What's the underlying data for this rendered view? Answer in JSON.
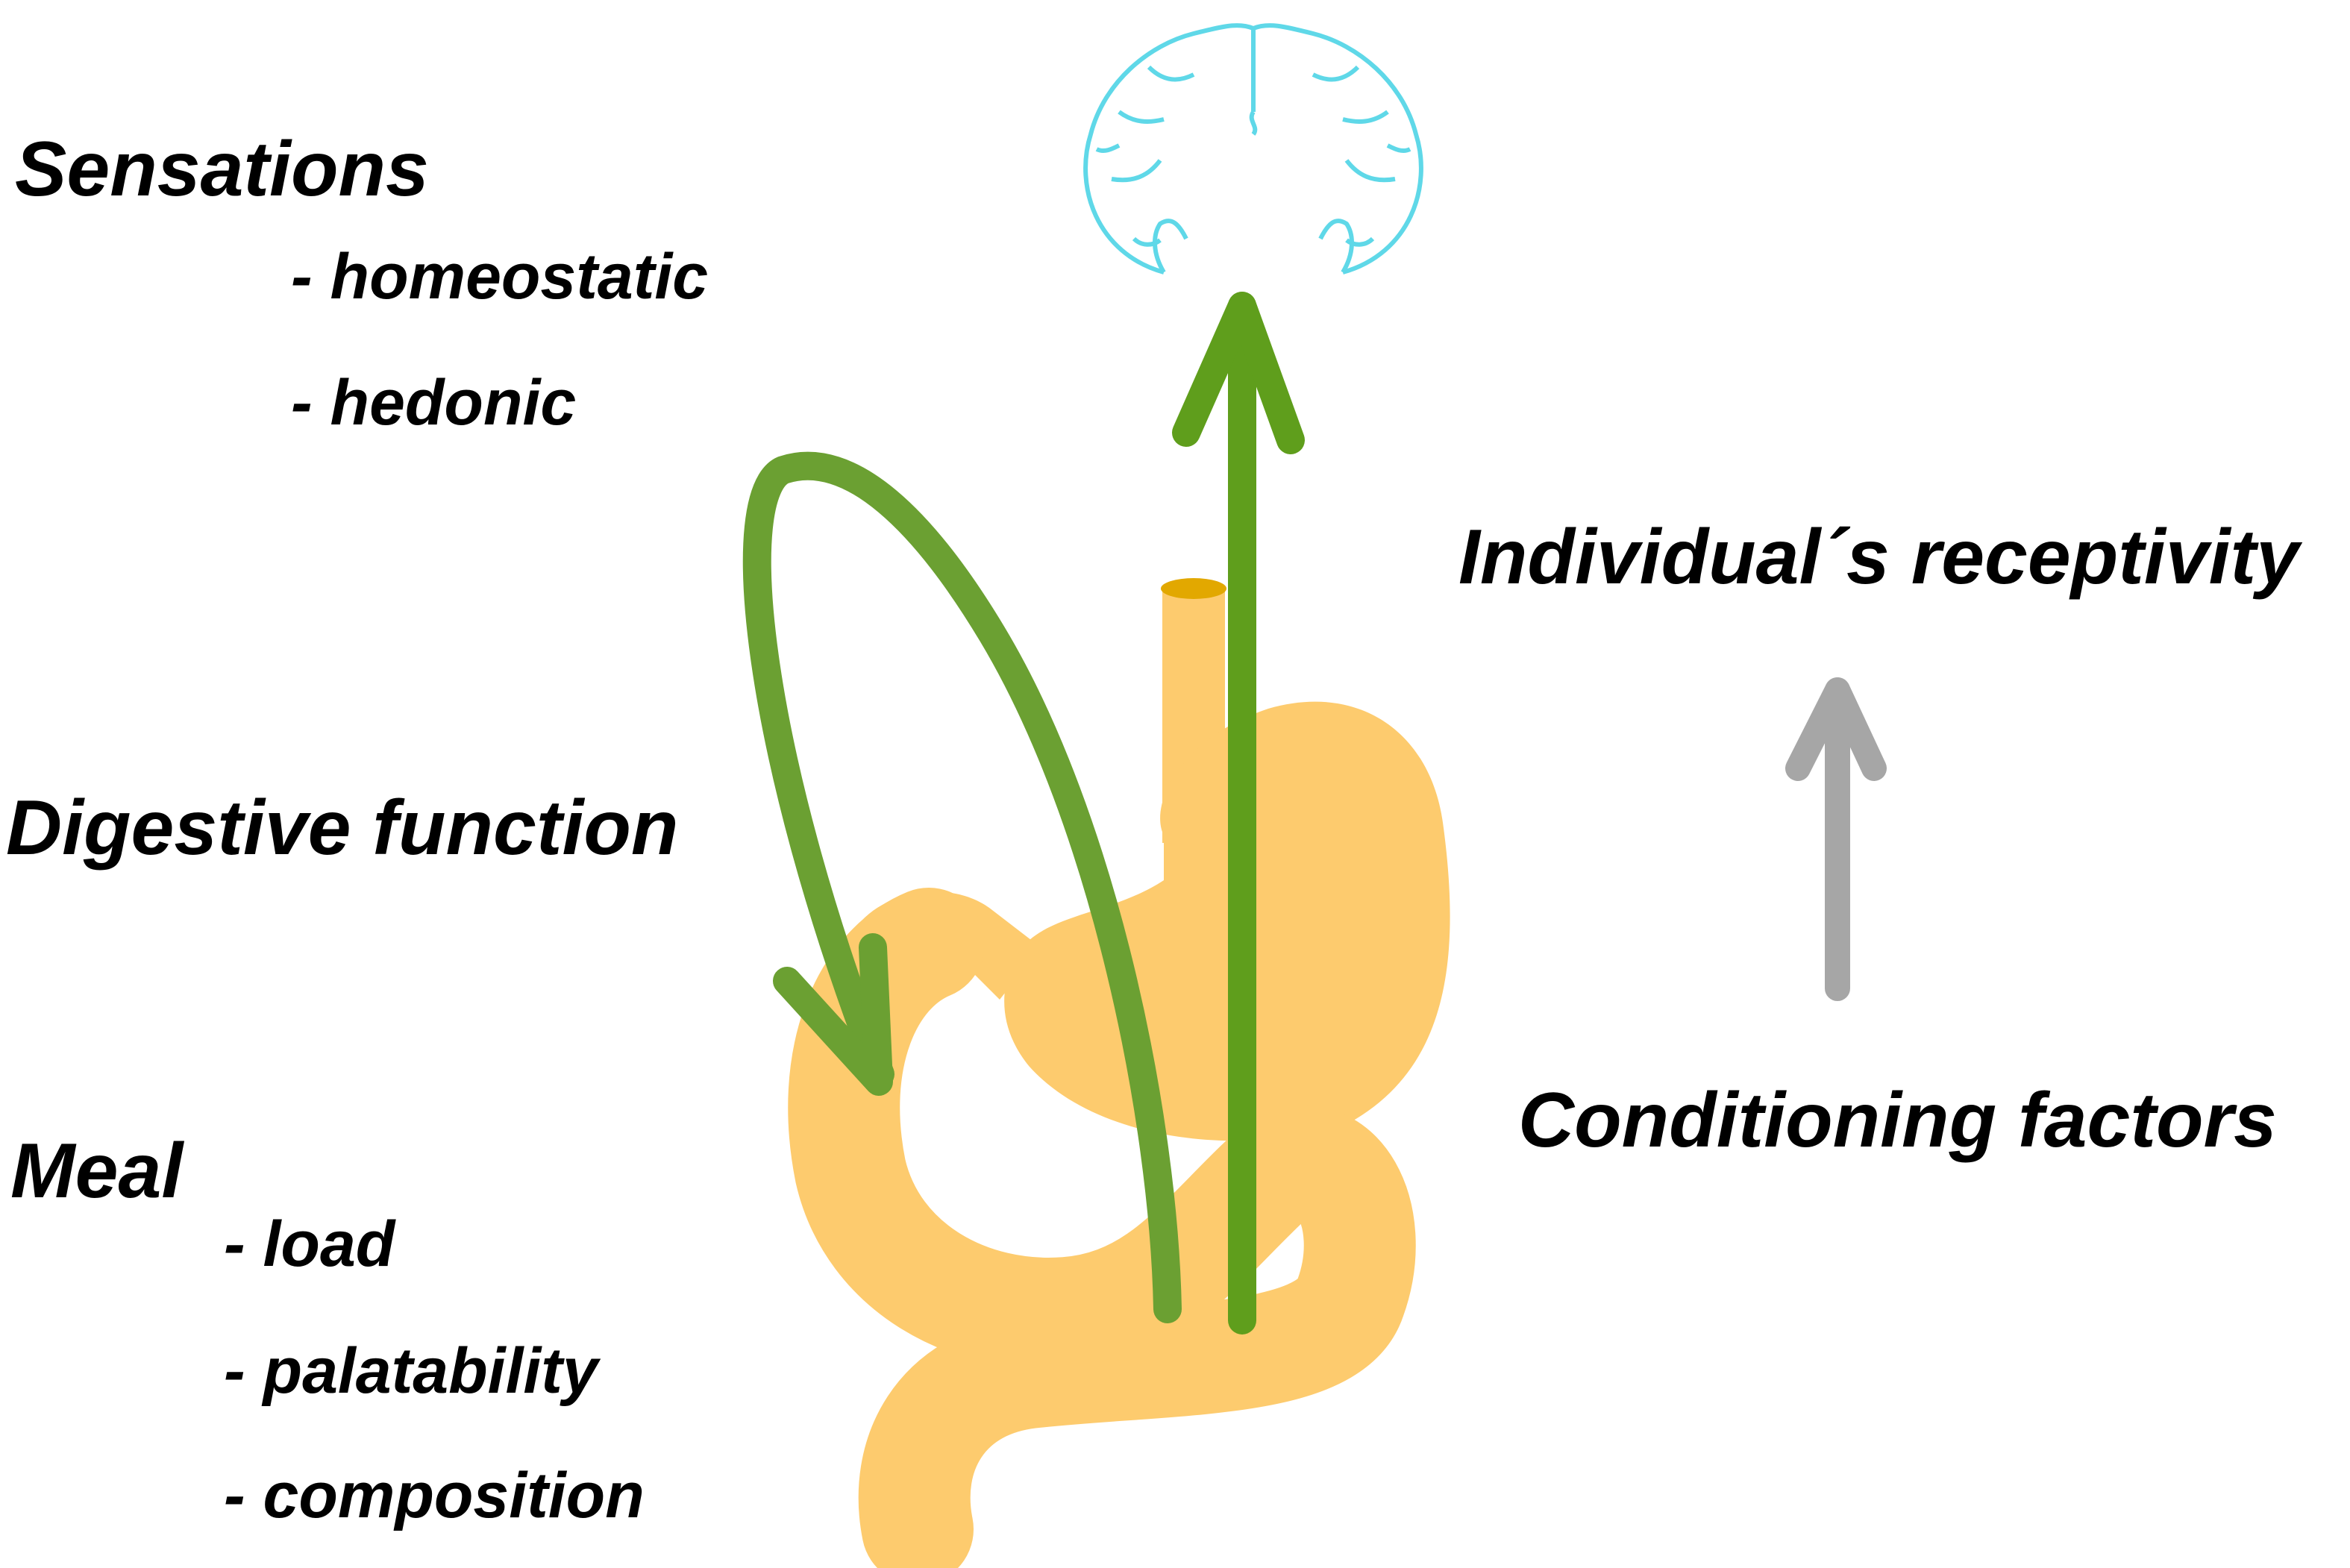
{
  "labels": {
    "sensations": "Sensations",
    "homeostatic": "- homeostatic",
    "hedonic": "- hedonic",
    "digestive_function": "Digestive function",
    "meal": "Meal",
    "load": "- load",
    "palatability": "- palatability",
    "composition": "- composition",
    "receptivity": "Individual´s receptivity",
    "conditioning": "Conditioning factors"
  },
  "icons": {
    "brain": "brain-coronal-section-icon",
    "digestive_tract": "stomach-and-intestine-icon"
  },
  "colors": {
    "brain_outline": "#5fd8e8",
    "digestive_tract": "#fdcb6e",
    "esophagus_top": "#e2a800",
    "green_arrow": "#5f9e1c",
    "feedback_arrow": "#6ba032",
    "grey_arrow": "#a6a6a6",
    "text": "#000000"
  }
}
